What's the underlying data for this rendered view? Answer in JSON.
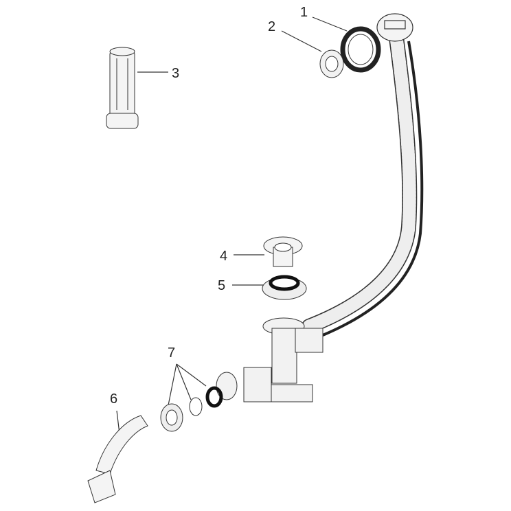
{
  "diagram": {
    "type": "exploded-parts-drawing",
    "callouts": [
      "1",
      "2",
      "3",
      "4",
      "5",
      "6",
      "7"
    ]
  },
  "colors": {
    "line": "#333333",
    "fill": "#f2f2f2",
    "hose": "#e6e6e6"
  }
}
